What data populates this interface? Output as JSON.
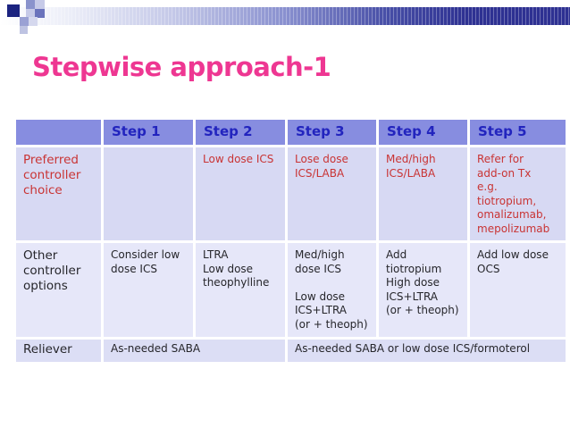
{
  "slide": {
    "title": "Stepwise approach-1"
  },
  "colors": {
    "title_pink": "#EE3792",
    "banner_navy": "#2E3192",
    "header_bg": "#878DE0",
    "header_text_blue": "#2224BE",
    "row_preferred_bg": "#D7D9F3",
    "row_other_bg": "#E6E7F9",
    "row_reliever_bg": "#DCDEF5",
    "red_cell_text": "#C93434",
    "dark_cell_text": "#26262B"
  },
  "table": {
    "header": [
      "",
      "Step 1",
      "Step 2",
      "Step 3",
      "Step 4",
      "Step 5"
    ],
    "rows": [
      {
        "label": "Preferred\ncontroller\nchoice",
        "cells": [
          "",
          "Low dose ICS",
          "Lose dose\nICS/LABA",
          "Med/high\nICS/LABA",
          "Refer for\nadd-on Tx\ne.g.\ntiotropium,\nomalizumab,\nmepolizumab"
        ]
      },
      {
        "label": "Other\ncontroller\noptions",
        "cells": [
          "Consider low\ndose ICS",
          "LTRA\nLow dose\ntheophylline",
          "Med/high\ndose ICS\n\nLow dose\nICS+LTRA\n(or + theoph)",
          "Add\ntiotropium\nHigh dose\nICS+LTRA\n(or + theoph)",
          "Add low dose\nOCS"
        ]
      },
      {
        "label": "Reliever",
        "cells_merged": {
          "steps_1_2": "As-needed SABA",
          "steps_3_5": "As-needed SABA or low dose ICS/formoterol"
        }
      }
    ]
  }
}
